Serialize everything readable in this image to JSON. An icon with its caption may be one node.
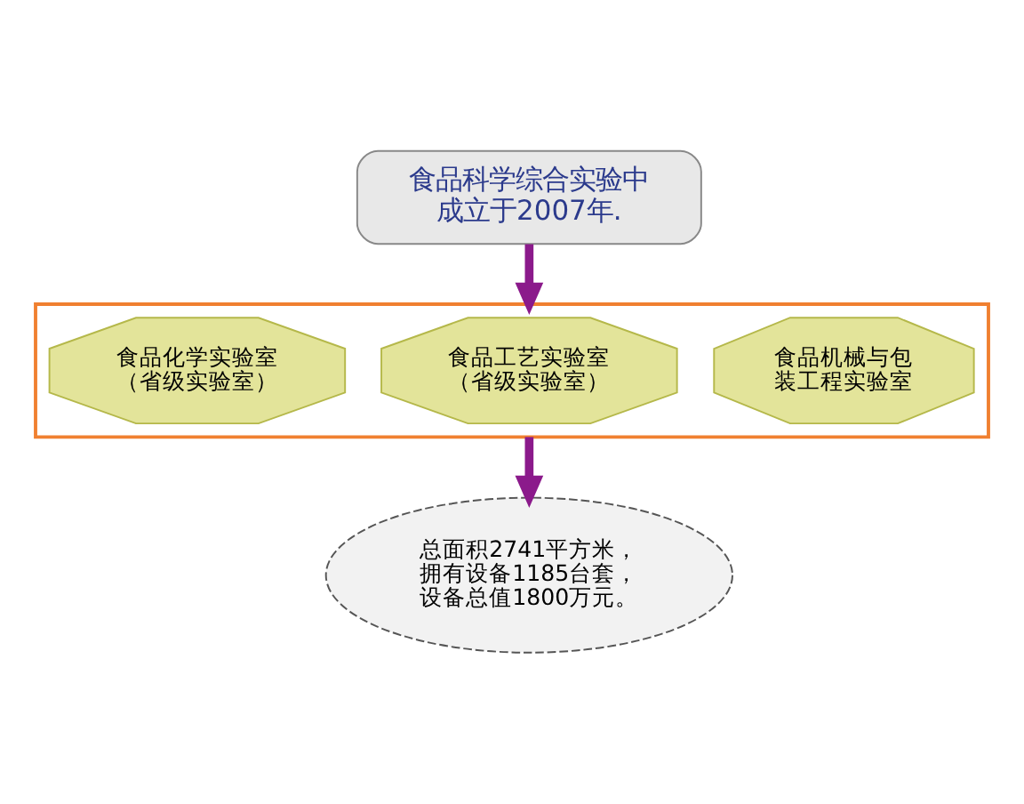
{
  "diagram": {
    "nodes": [
      {
        "text": [
          "食品科学综合实验中",
          "成立于2007年."
        ]
      },
      {
        "text": [],
        "shape": "box"
      },
      {
        "text": [
          "食品化学实验室（省级实验室）"
        ],
        "in": 1
      },
      {
        "text": [
          "食品工艺实验室（省级实验室）"
        ],
        "in": 1
      },
      {
        "text": [
          "食品机械与包装工程实验室"
        ],
        "in": 1
      },
      {
        "text": [
          "总面积2741平方米，拥有设备1185台套，设备总值1800万元。"
        ]
      }
    ],
    "edges": [
      {
        "from": 0,
        "to": 1,
        "arrow": "to"
      },
      {
        "from": 1,
        "to": 5,
        "arrow": "to"
      }
    ]
  }
}
